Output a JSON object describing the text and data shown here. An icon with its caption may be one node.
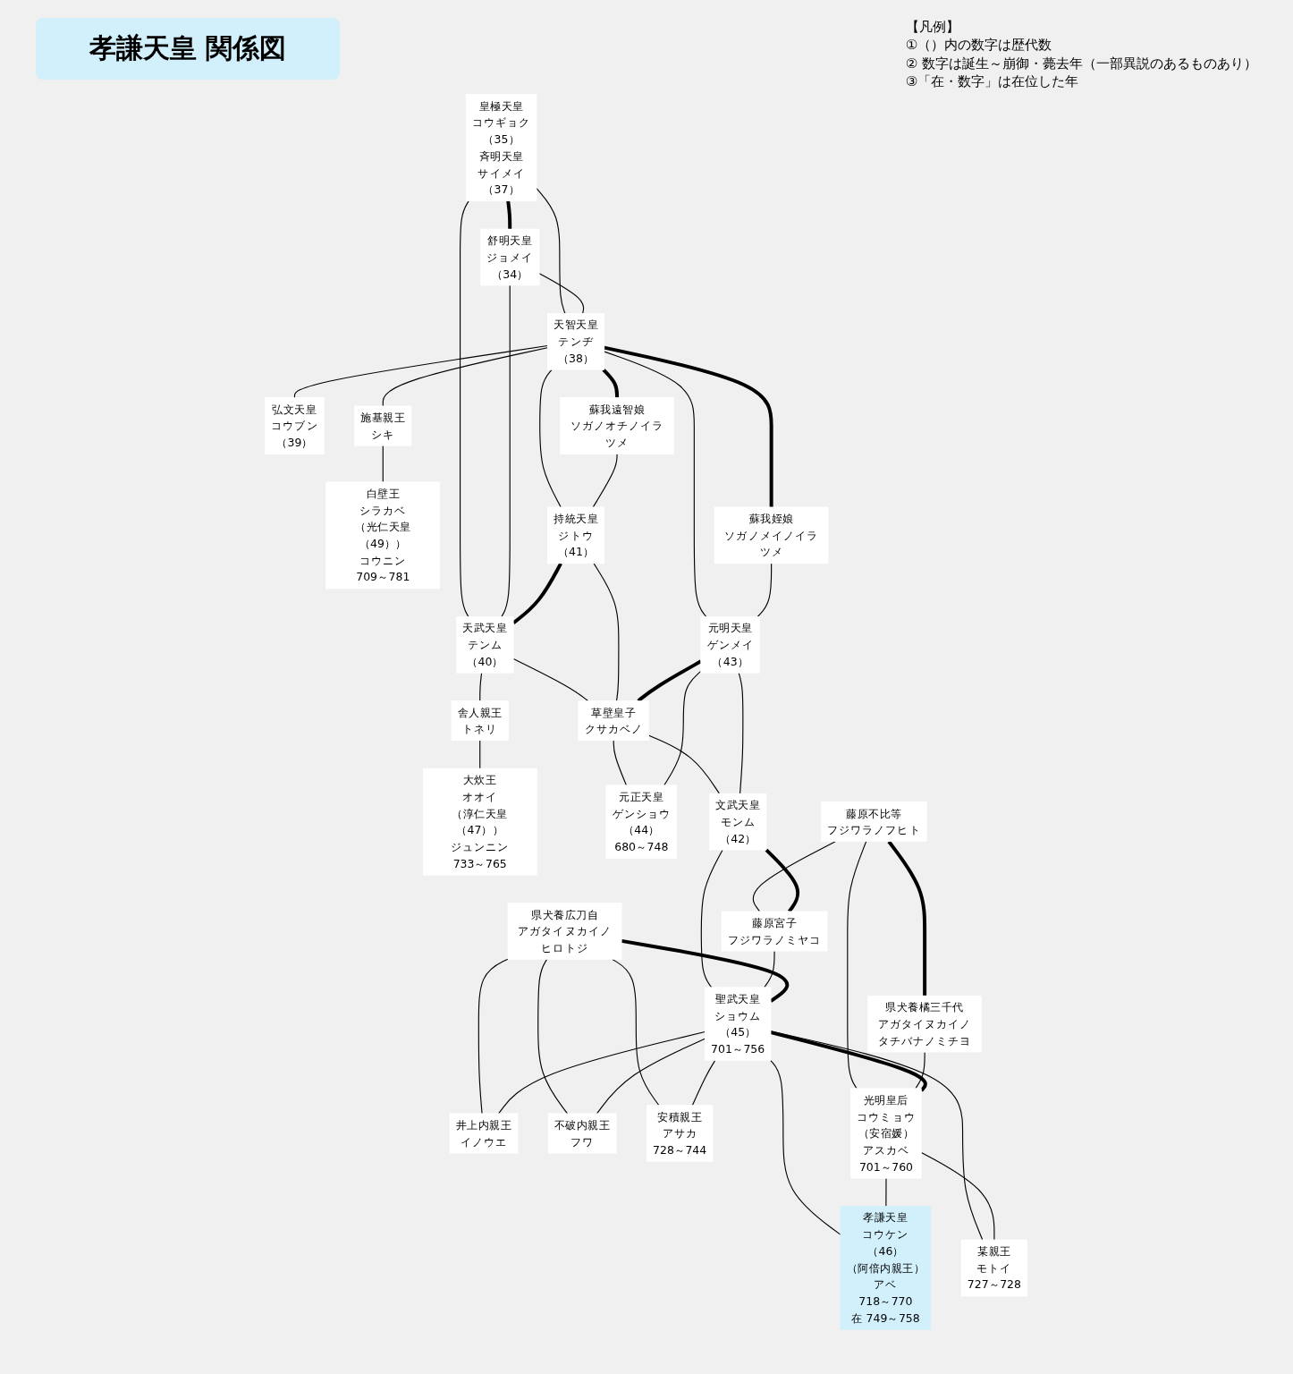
{
  "diagram": {
    "title": "孝謙天皇 関係図",
    "nodes": [
      {
        "text": [
          "皇極天皇",
          "コウギョク",
          "（35）",
          "斉明天皇",
          "サイメイ",
          "（37）"
        ]
      },
      {
        "text": [
          "舒明天皇",
          "ジョメイ",
          "（34）"
        ]
      },
      {
        "text": [
          "天智天皇",
          "テンヂ",
          "（38）"
        ]
      },
      {
        "text": [
          "蘇我姪娘",
          "ソガノメイノイラツメ"
        ]
      },
      {
        "text": [
          "蘇我遠智娘",
          "ソガノオチノイラツメ"
        ]
      },
      {
        "text": [
          "天武天皇",
          "テンム",
          "（40）"
        ]
      },
      {
        "text": [
          "持統天皇",
          "ジトウ",
          "（41）"
        ]
      },
      {
        "text": [
          "藤原不比等",
          "フジワラノフヒト"
        ]
      },
      {
        "text": [
          "県犬養橘三千代",
          "アガタイヌカイノタチバナノミチヨ"
        ]
      },
      {
        "text": [
          "草壁皇子",
          "クサカベノ"
        ]
      },
      {
        "text": [
          "元明天皇",
          "ゲンメイ",
          "（43）"
        ]
      },
      {
        "text": [
          "施基親王",
          "シキ"
        ]
      },
      {
        "text": [
          "弘文天皇",
          "コウブン",
          "（39）"
        ]
      },
      {
        "text": [
          "舎人親王",
          "トネリ"
        ]
      },
      {
        "text": [
          "元正天皇",
          "ゲンショウ",
          "（44）",
          "680～748"
        ]
      },
      {
        "text": [
          "文武天皇",
          "モンム",
          "（42）"
        ]
      },
      {
        "text": [
          "藤原宮子",
          "フジワラノミヤコ"
        ]
      },
      {
        "text": [
          "白壁王",
          "シラカベ",
          "（光仁天皇（49））",
          "コウニン",
          "709～781"
        ]
      },
      {
        "text": [
          "聖武天皇",
          "ショウム",
          "（45）",
          "701～756"
        ]
      },
      {
        "text": [
          "光明皇后",
          "コウミョウ",
          "（安宿媛）",
          "アスカベ",
          "701～760"
        ]
      },
      {
        "text": [
          "県犬養広刀自",
          "アガタイヌカイノヒロトジ"
        ]
      },
      {
        "text": [
          "大炊王",
          "オオイ",
          "（淳仁天皇（47））",
          "ジュンニン",
          "733～765"
        ]
      },
      {
        "text": [
          "井上内親王",
          "イノウエ"
        ]
      },
      {
        "text": [
          "不破内親王",
          "フワ"
        ]
      },
      {
        "text": [
          "安積親王",
          "アサカ",
          "728～744"
        ]
      },
      {
        "text": [
          "孝謙天皇",
          "コウケン",
          "（46）",
          "（阿倍内親王）",
          "アベ",
          "718～770",
          "在 749～758"
        ]
      },
      {
        "text": [
          "某親王",
          "モトイ",
          "727～728"
        ]
      }
    ],
    "edges": [
      {
        "from": 0,
        "to": 1,
        "arrow": "none",
        "style": "thick"
      },
      {
        "from": 0,
        "to": 2,
        "arrow": "none"
      },
      {
        "from": 1,
        "to": 2,
        "arrow": "none"
      },
      {
        "from": 0,
        "to": 5,
        "arrow": "none"
      },
      {
        "from": 1,
        "to": 5,
        "arrow": "none"
      },
      {
        "from": 2,
        "to": 3,
        "arrow": "none",
        "style": "thick"
      },
      {
        "from": 2,
        "to": 10,
        "arrow": "none"
      },
      {
        "from": 3,
        "to": 10,
        "arrow": "none"
      },
      {
        "from": 2,
        "to": 4,
        "arrow": "none",
        "style": "thick"
      },
      {
        "from": 2,
        "to": 6,
        "arrow": "none"
      },
      {
        "from": 4,
        "to": 6,
        "arrow": "none"
      },
      {
        "from": 2,
        "to": 12,
        "arrow": "none"
      },
      {
        "from": 2,
        "to": 11,
        "arrow": "none"
      },
      {
        "from": 6,
        "to": 5,
        "arrow": "none",
        "style": "thick"
      },
      {
        "from": 5,
        "to": 9,
        "arrow": "none"
      },
      {
        "from": 6,
        "to": 9,
        "arrow": "none"
      },
      {
        "from": 5,
        "to": 13,
        "arrow": "none"
      },
      {
        "from": 7,
        "to": 8,
        "arrow": "none",
        "style": "thick"
      },
      {
        "from": 7,
        "to": 19,
        "arrow": "none"
      },
      {
        "from": 8,
        "to": 19,
        "arrow": "none"
      },
      {
        "from": 7,
        "to": 16,
        "arrow": "none"
      },
      {
        "from": 10,
        "to": 9,
        "arrow": "none",
        "style": "thick"
      },
      {
        "from": 9,
        "to": 14,
        "arrow": "none"
      },
      {
        "from": 10,
        "to": 14,
        "arrow": "none"
      },
      {
        "from": 9,
        "to": 15,
        "arrow": "none"
      },
      {
        "from": 10,
        "to": 15,
        "arrow": "none"
      },
      {
        "from": 15,
        "to": 16,
        "arrow": "none",
        "style": "thick"
      },
      {
        "from": 15,
        "to": 18,
        "arrow": "none"
      },
      {
        "from": 16,
        "to": 18,
        "arrow": "none"
      },
      {
        "from": 11,
        "to": 17,
        "arrow": "none"
      },
      {
        "from": 13,
        "to": 21,
        "arrow": "none"
      },
      {
        "from": 20,
        "to": 18,
        "arrow": "none",
        "style": "thick"
      },
      {
        "from": 20,
        "to": 22,
        "arrow": "none"
      },
      {
        "from": 18,
        "to": 22,
        "arrow": "none"
      },
      {
        "from": 20,
        "to": 23,
        "arrow": "none"
      },
      {
        "from": 18,
        "to": 23,
        "arrow": "none"
      },
      {
        "from": 20,
        "to": 24,
        "arrow": "none"
      },
      {
        "from": 18,
        "to": 24,
        "arrow": "none"
      },
      {
        "from": 18,
        "to": 19,
        "arrow": "none",
        "style": "thick"
      },
      {
        "from": 18,
        "to": 25,
        "arrow": "none"
      },
      {
        "from": 19,
        "to": 25,
        "arrow": "none"
      },
      {
        "from": 18,
        "to": 26,
        "arrow": "none"
      },
      {
        "from": 19,
        "to": 26,
        "arrow": "none"
      }
    ],
    "labels": [
      "【凡例】",
      "①（）内の数字は歴代数",
      "② 数字は誕生～崩御・薨去年（一部異説のあるものあり）",
      "③「在・数字」は在位した年"
    ]
  }
}
